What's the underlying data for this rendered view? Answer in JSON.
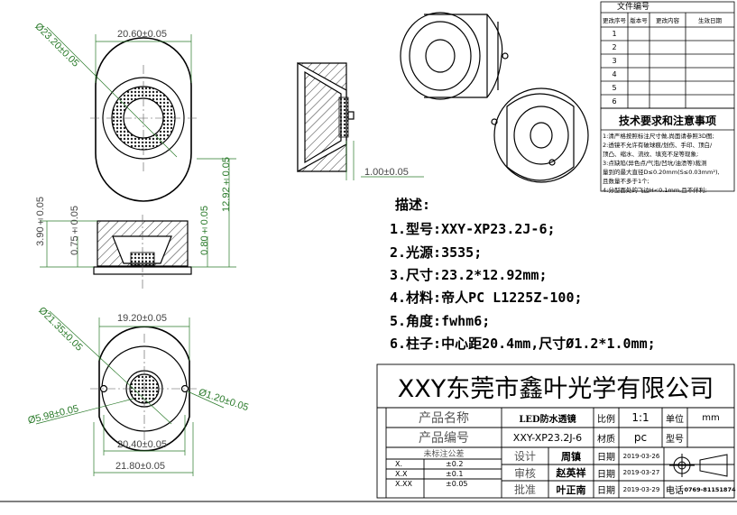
{
  "dims": {
    "outer_dia_top": "Ø23.20±0.05",
    "flat_width_top": "20.60±0.05",
    "tab_thickness": "1.00±0.05",
    "total_height": "12.92±0.05",
    "body_height": "3.90±0.05",
    "step_a": "0.75±0.05",
    "step_b": "0.80±0.05",
    "outer_dia_bottom": "Ø21.35±0.05",
    "flat_width_bottom": "19.20±0.05",
    "pin_dia": "Ø1.20±0.05",
    "inner_dia": "Ø5.98±0.05",
    "pin_spacing": "20.40±0.05",
    "base_width": "21.80±0.05"
  },
  "description": {
    "heading": "描述:",
    "lines": [
      "1.型号:XXY-XP23.2J-6;",
      "2.光源:3535;",
      "3.尺寸:23.2*12.92mm;",
      "4.材料:帝人PC L1225Z-100;",
      "5.角度:fwhm6;",
      "6.柱子:中心距20.4mm,尺寸Ø1.2*1.0mm;"
    ]
  },
  "revision": {
    "title": "文件编号",
    "headers": [
      "更改序号",
      "版本号",
      "更改内容",
      "生效日期"
    ],
    "rows": [
      "1",
      "2",
      "3",
      "4",
      "5",
      "6"
    ]
  },
  "requirements": {
    "title": "技术要求和注意事项",
    "lines": [
      "1:清严格按照标注尺寸做,尚面请参照3D图;",
      "2:透镜不允许有破球痕/划伤、手印、顶白/",
      "顶凸、缩水、流纹、填充不足等现象;",
      "3:点缺陷(异色点/气泡/凹坑/油渍等)裁测",
      "量到的最大直径D≤0.20mm(S≤0.03mm²),",
      "且数量不多于1个;",
      "4:分型面处的飞边H<0.1mm,且不伴利;"
    ]
  },
  "title_block": {
    "company": "XXY东莞市鑫叶光学有限公司",
    "product_name_label": "产品名称",
    "product_name": "LED防水透镜",
    "product_no_label": "产品编号",
    "product_no": "XXY-XP23.2J-6",
    "scale_label": "比例",
    "scale": "1:1",
    "unit_label": "单位",
    "unit": "mm",
    "material_label": "材质",
    "material": "pc",
    "type_label": "型号",
    "tolerance_title": "未标注公差",
    "tolerances": [
      {
        "k": "X.",
        "v": "±0.2"
      },
      {
        "k": "X.X",
        "v": "±0.1"
      },
      {
        "k": "X.XX",
        "v": "±0.05"
      }
    ],
    "design_label": "设计",
    "design_name": "周镇",
    "review_label": "审核",
    "review_name": "赵英祥",
    "approve_label": "批准",
    "approve_name": "叶正南",
    "date_label": "日期",
    "date1": "2019-03-26",
    "date2": "2019-03-27",
    "date3": "2019-03-29",
    "phone_label": "电话",
    "phone": "0769-81151874"
  }
}
